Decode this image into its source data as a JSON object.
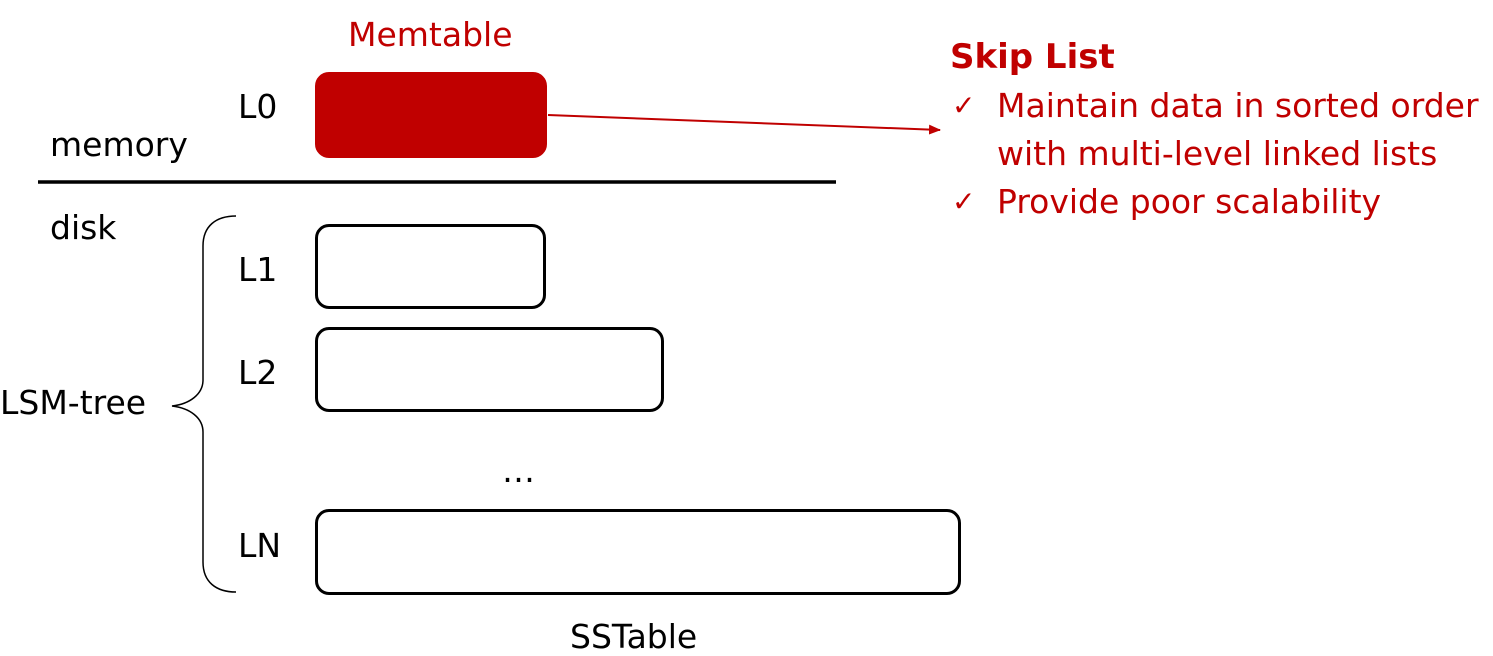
{
  "colors": {
    "accent": "#c00000",
    "ink": "#000000"
  },
  "diagram": {
    "memtable_label": "Memtable",
    "memory_label": "memory",
    "disk_label": "disk",
    "lsm_tree_label": "LSM-tree",
    "levels": {
      "l0": "L0",
      "l1": "L1",
      "l2": "L2",
      "ellipsis": "…",
      "ln": "LN"
    },
    "sstable_label": "SSTable"
  },
  "skip_list": {
    "title": "Skip List",
    "check_icon": "check-icon",
    "items": [
      "Maintain data in sorted order with multi-level linked lists",
      "Provide poor scalability"
    ]
  }
}
